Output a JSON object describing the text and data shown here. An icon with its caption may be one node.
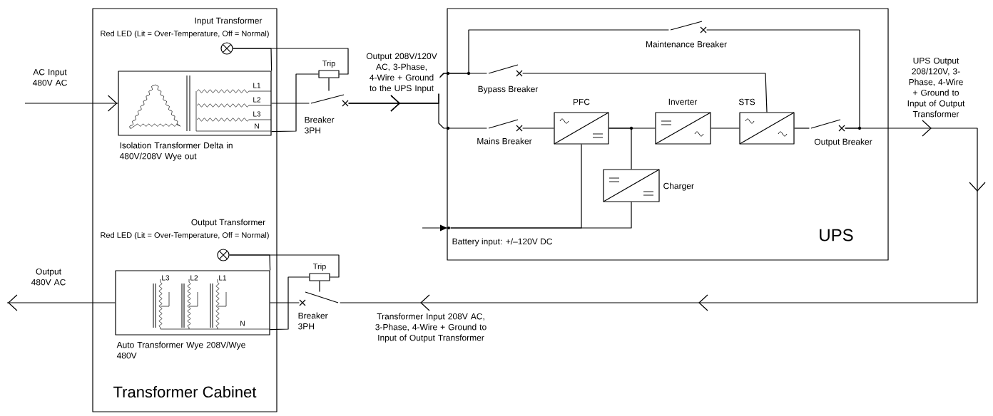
{
  "diagram": {
    "nodes": [
      {
        "text": [
          "Transformer Cabinet"
        ]
      },
      {
        "text": [
          "Input Transformer",
          "Red LED (Lit = Over-Temperature, Off = Normal)"
        ],
        "in": 0
      },
      {
        "text": [
          "Isolation Transformer Delta in 480V/208V Wye out"
        ],
        "in": 0
      },
      {
        "text": [
          "Trip"
        ]
      },
      {
        "text": [
          "Breaker 3PH"
        ]
      },
      {
        "text": [
          "Output Transformer",
          "Red LED (Lit = Over-Temperature, Off = Normal)"
        ],
        "in": 0
      },
      {
        "text": [
          "Auto Transformer Wye 208V/Wye 480V"
        ],
        "in": 0
      },
      {
        "text": [
          "Trip"
        ]
      },
      {
        "text": [
          "Breaker 3PH"
        ]
      },
      {
        "text": [
          "UPS"
        ]
      },
      {
        "text": [
          "Maintenance Breaker"
        ],
        "in": 9
      },
      {
        "text": [
          "Bypass Breaker"
        ],
        "in": 9
      },
      {
        "text": [
          "PFC"
        ],
        "in": 9
      },
      {
        "text": [
          "Inverter"
        ],
        "in": 9
      },
      {
        "text": [
          "STS"
        ],
        "in": 9
      },
      {
        "text": [
          "Mains Breaker"
        ],
        "in": 9
      },
      {
        "text": [
          "Output Breaker"
        ],
        "in": 9
      },
      {
        "text": [
          "Charger"
        ],
        "in": 9
      },
      {
        "text": [],
        "shape": "circle",
        "in": 9
      }
    ],
    "edges": [
      {
        "from": null,
        "to": 2,
        "arrow": "to",
        "label": "AC Input 480V AC"
      },
      {
        "from": 1,
        "to": 2,
        "arrow": "none"
      },
      {
        "from": 1,
        "to": 3,
        "arrow": "none"
      },
      {
        "from": 3,
        "to": 2,
        "arrow": "none"
      },
      {
        "from": 2,
        "to": 4,
        "arrow": "none"
      },
      {
        "from": 3,
        "to": 4,
        "arrow": "none"
      },
      {
        "from": 4,
        "to": 11,
        "arrow": "to",
        "label": "Output 208V/120V AC, 3-Phase, 4-Wire + Ground to the UPS Input"
      },
      {
        "from": 4,
        "to": 10,
        "arrow": "to"
      },
      {
        "from": 4,
        "to": 15,
        "arrow": "to"
      },
      {
        "from": 10,
        "to": 16,
        "arrow": "none"
      },
      {
        "from": 11,
        "to": 14,
        "arrow": "none"
      },
      {
        "from": 15,
        "to": 12,
        "arrow": "none"
      },
      {
        "from": 12,
        "to": 13,
        "arrow": "none"
      },
      {
        "from": 13,
        "to": 14,
        "arrow": "none"
      },
      {
        "from": 14,
        "to": 16,
        "arrow": "none"
      },
      {
        "from": 12,
        "to": 17,
        "arrow": "none"
      },
      {
        "from": null,
        "to": 18,
        "arrow": "to"
      },
      {
        "from": 18,
        "to": 12,
        "arrow": "none"
      },
      {
        "from": 18,
        "to": 17,
        "arrow": "none"
      },
      {
        "from": 16,
        "to": 8,
        "arrow": "to",
        "label": "UPS Output 208/120V, 3-Phase, 4-Wire + Ground to Input of Output Transformer"
      },
      {
        "from": 5,
        "to": 6,
        "arrow": "none"
      },
      {
        "from": 5,
        "to": 7,
        "arrow": "none"
      },
      {
        "from": 7,
        "to": 6,
        "arrow": "none"
      },
      {
        "from": 7,
        "to": 8,
        "arrow": "none"
      },
      {
        "from": 8,
        "to": 6,
        "arrow": "none"
      },
      {
        "from": 6,
        "to": null,
        "arrow": "to",
        "label": "Output 480V AC"
      }
    ],
    "labels": [
      "L1",
      "L2",
      "L3",
      "N",
      "Battery input: +/–120V DC",
      "L3",
      "L2",
      "L1",
      "N",
      "Transformer Input 208V AC, 3-Phase, 4-Wire + Ground to Input of Output Transformer"
    ]
  }
}
